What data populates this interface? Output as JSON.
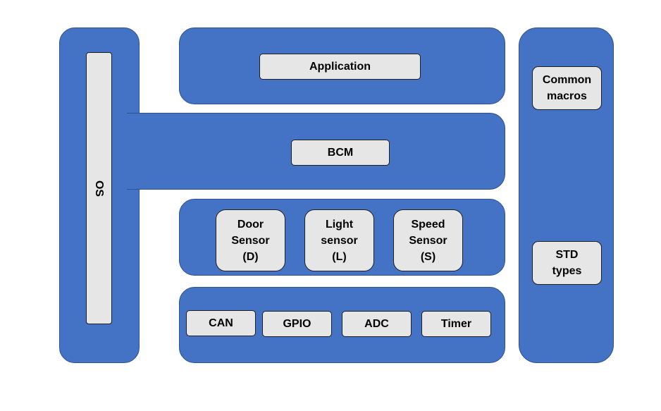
{
  "diagram": {
    "os_label": "OS",
    "application_label": "Application",
    "bcm_label": "BCM",
    "sensors": [
      {
        "label": "Door\nSensor\n(D)"
      },
      {
        "label": "Light\nsensor\n(L)"
      },
      {
        "label": "Speed\nSensor\n(S)"
      }
    ],
    "drivers": [
      {
        "label": "CAN"
      },
      {
        "label": "GPIO"
      },
      {
        "label": "ADC"
      },
      {
        "label": "Timer"
      }
    ],
    "common_macros_label": "Common\nmacros",
    "std_types_label": "STD\ntypes"
  },
  "colors": {
    "layer_fill": "#4472C4",
    "layer_border": "#2F528F",
    "box_fill": "#E7E6E6"
  }
}
